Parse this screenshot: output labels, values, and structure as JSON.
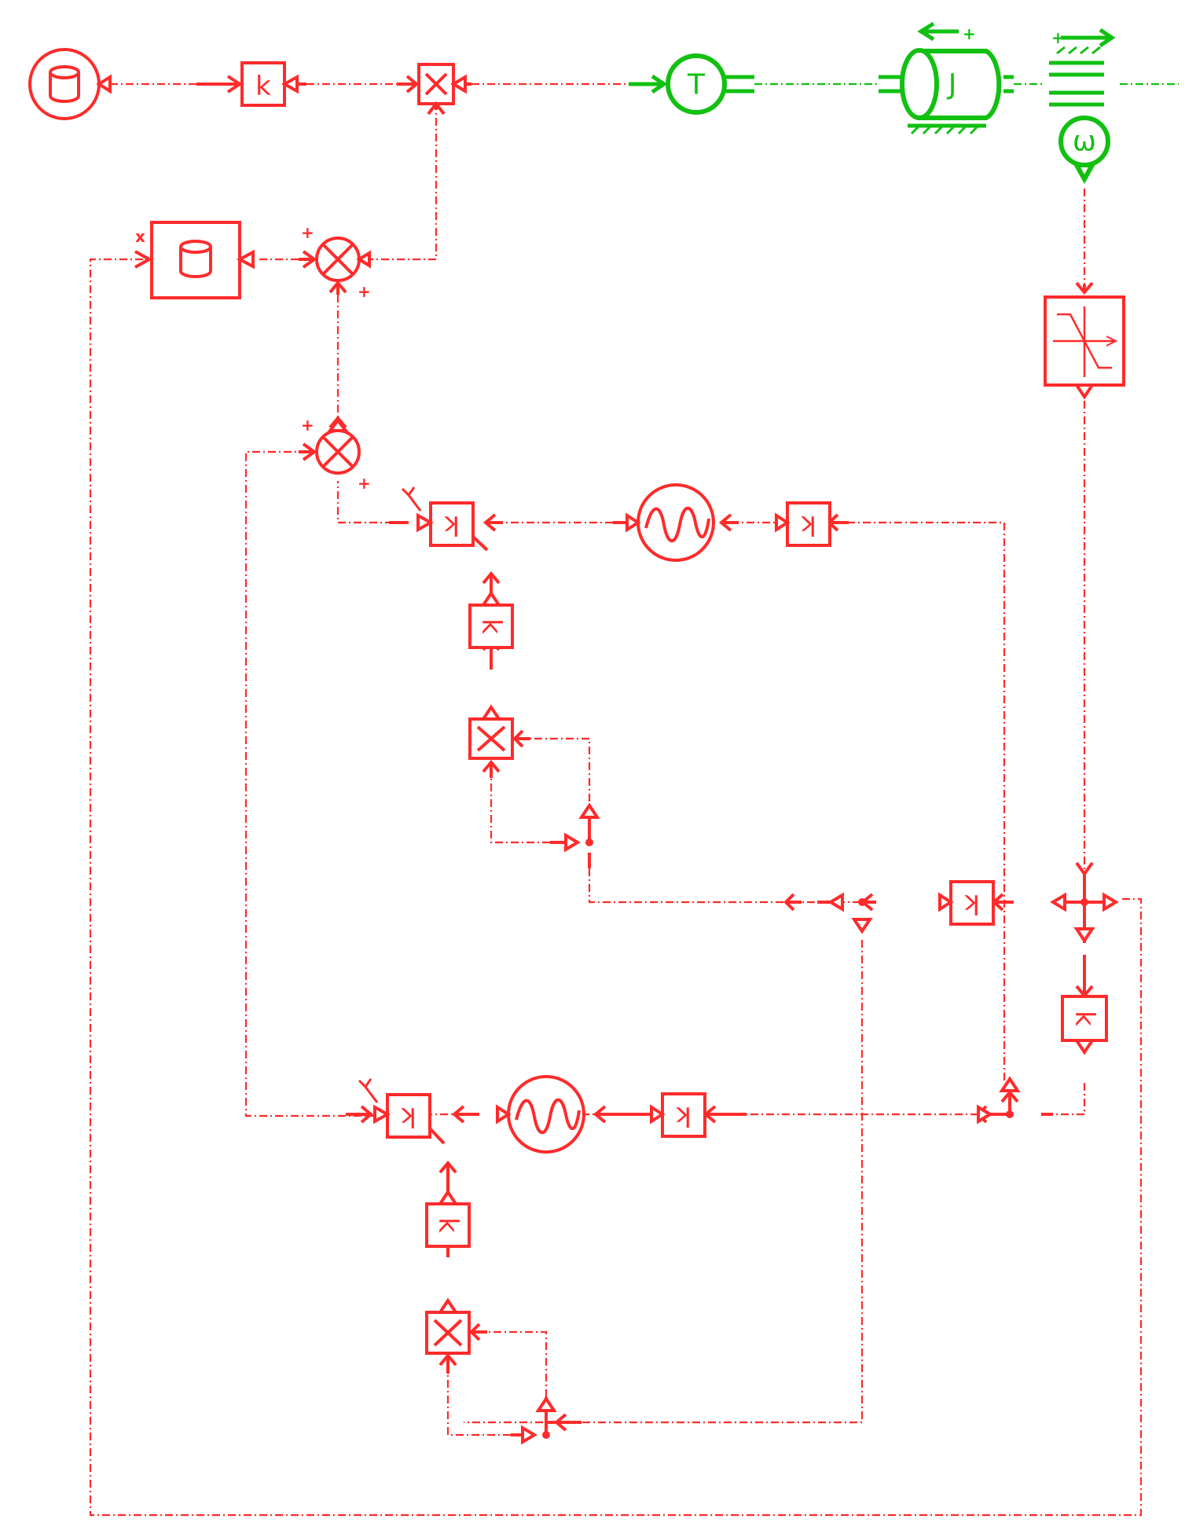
{
  "colors": {
    "signal": "#ff2b2b",
    "mechanical": "#12c012"
  },
  "labels": {
    "gain": "k",
    "torque": "T",
    "inertia": "J",
    "omega": "ω",
    "x_input": "x",
    "plus": "+"
  },
  "icons": [
    "source-cylinder-icon",
    "gain-icon",
    "multiplier-icon",
    "summer-icon",
    "wave-generator-icon",
    "variable-gain-icon",
    "saturation-icon",
    "torque-source-icon",
    "inertia-icon",
    "velocity-sensor-icon"
  ]
}
